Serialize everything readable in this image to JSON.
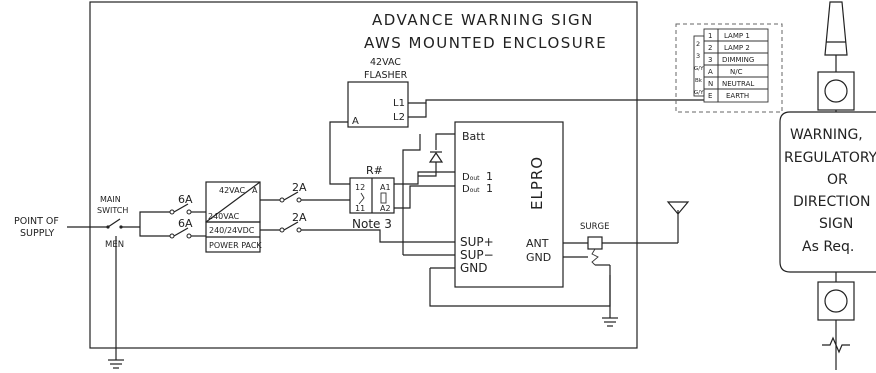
{
  "enclosure": {
    "title_line1": "ADVANCE WARNING SIGN",
    "title_line2": "AWS MOUNTED ENCLOSURE"
  },
  "flasher": {
    "rating": "42VAC",
    "name": "FLASHER",
    "pin_a": "A",
    "pin_l1": "L1",
    "pin_l2": "L2"
  },
  "relay": {
    "name": "R#",
    "pin_12": "12",
    "pin_11": "11",
    "pin_a1": "A1",
    "pin_a2": "A2",
    "note": "Note 3"
  },
  "elpro": {
    "name": "ELPRO",
    "batt": "Batt",
    "dout": "D",
    "dout_sub": "out",
    "dout1": "1",
    "dout2": "1",
    "sup_plus": "SUP+",
    "sup_minus": "SUP−",
    "gnd": "GND",
    "ant": "ANT",
    "ant_gnd": "GND"
  },
  "supply": {
    "point_line1": "POINT OF",
    "point_line2": "SUPPLY",
    "main_line1": "MAIN",
    "main_line2": "SWITCH",
    "men": "MEN"
  },
  "breakers": {
    "upper_left": "6A",
    "lower_left": "6A",
    "upper_right": "2A",
    "lower_right": "2A"
  },
  "transformer": {
    "label_top": "42VAC",
    "pin": "A",
    "label_bottom": "240VAC"
  },
  "power_pack": {
    "line1": "240/24VDC",
    "line2": "POWER PACK"
  },
  "surge": {
    "label": "SURGE"
  },
  "terminal_block": {
    "rows": [
      {
        "num": "1",
        "label": "LAMP 1"
      },
      {
        "num": "2",
        "label": "LAMP 2"
      },
      {
        "num": "3",
        "label": "DIMMING"
      },
      {
        "num": "A",
        "label": "N/C"
      },
      {
        "num": "N",
        "label": "NEUTRAL"
      },
      {
        "num": "E",
        "label": "EARTH"
      }
    ],
    "wire_tags": [
      "2",
      "3",
      "G/Y",
      "Bk",
      "G/Y"
    ]
  },
  "sign": {
    "line1": "WARNING,",
    "line2": "REGULATORY",
    "line3": "OR",
    "line4": "DIRECTION",
    "line5": "SIGN",
    "line6": "As Req."
  }
}
